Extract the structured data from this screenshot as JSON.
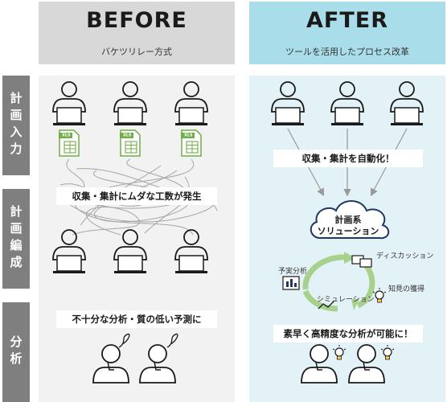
{
  "before": {
    "title": "BEFORE",
    "subtitle": "バケツリレー方式",
    "label_collect": "収集・集計にムダな工数が発生",
    "label_analysis": "不十分な分析・質の低い予測に",
    "file_badge": "XLS"
  },
  "after": {
    "title": "AFTER",
    "subtitle": "ツールを活用したプロセス改革",
    "label_automate": "収集・集計を自動化！",
    "cloud_line1": "計画系",
    "cloud_line2": "ソリューション",
    "cycle_discussion": "ディスカッション",
    "cycle_forecast": "予実分析",
    "cycle_knowledge": "知見の獲得",
    "cycle_simulation": "シミュレーション",
    "label_result": "素早く高精度な分析が可能に！"
  },
  "side": {
    "input": "計画入力",
    "compile": "計画編成",
    "analysis": "分析"
  },
  "colors": {
    "before_header": "#d8d8d8",
    "after_header": "#a9dde9",
    "before_panel": "#f2f2f2",
    "after_panel": "#e3f2f7",
    "side_bar": "#7f7f7f",
    "excel_green": "#70ad47",
    "cycle_green": "#a9d18e"
  }
}
